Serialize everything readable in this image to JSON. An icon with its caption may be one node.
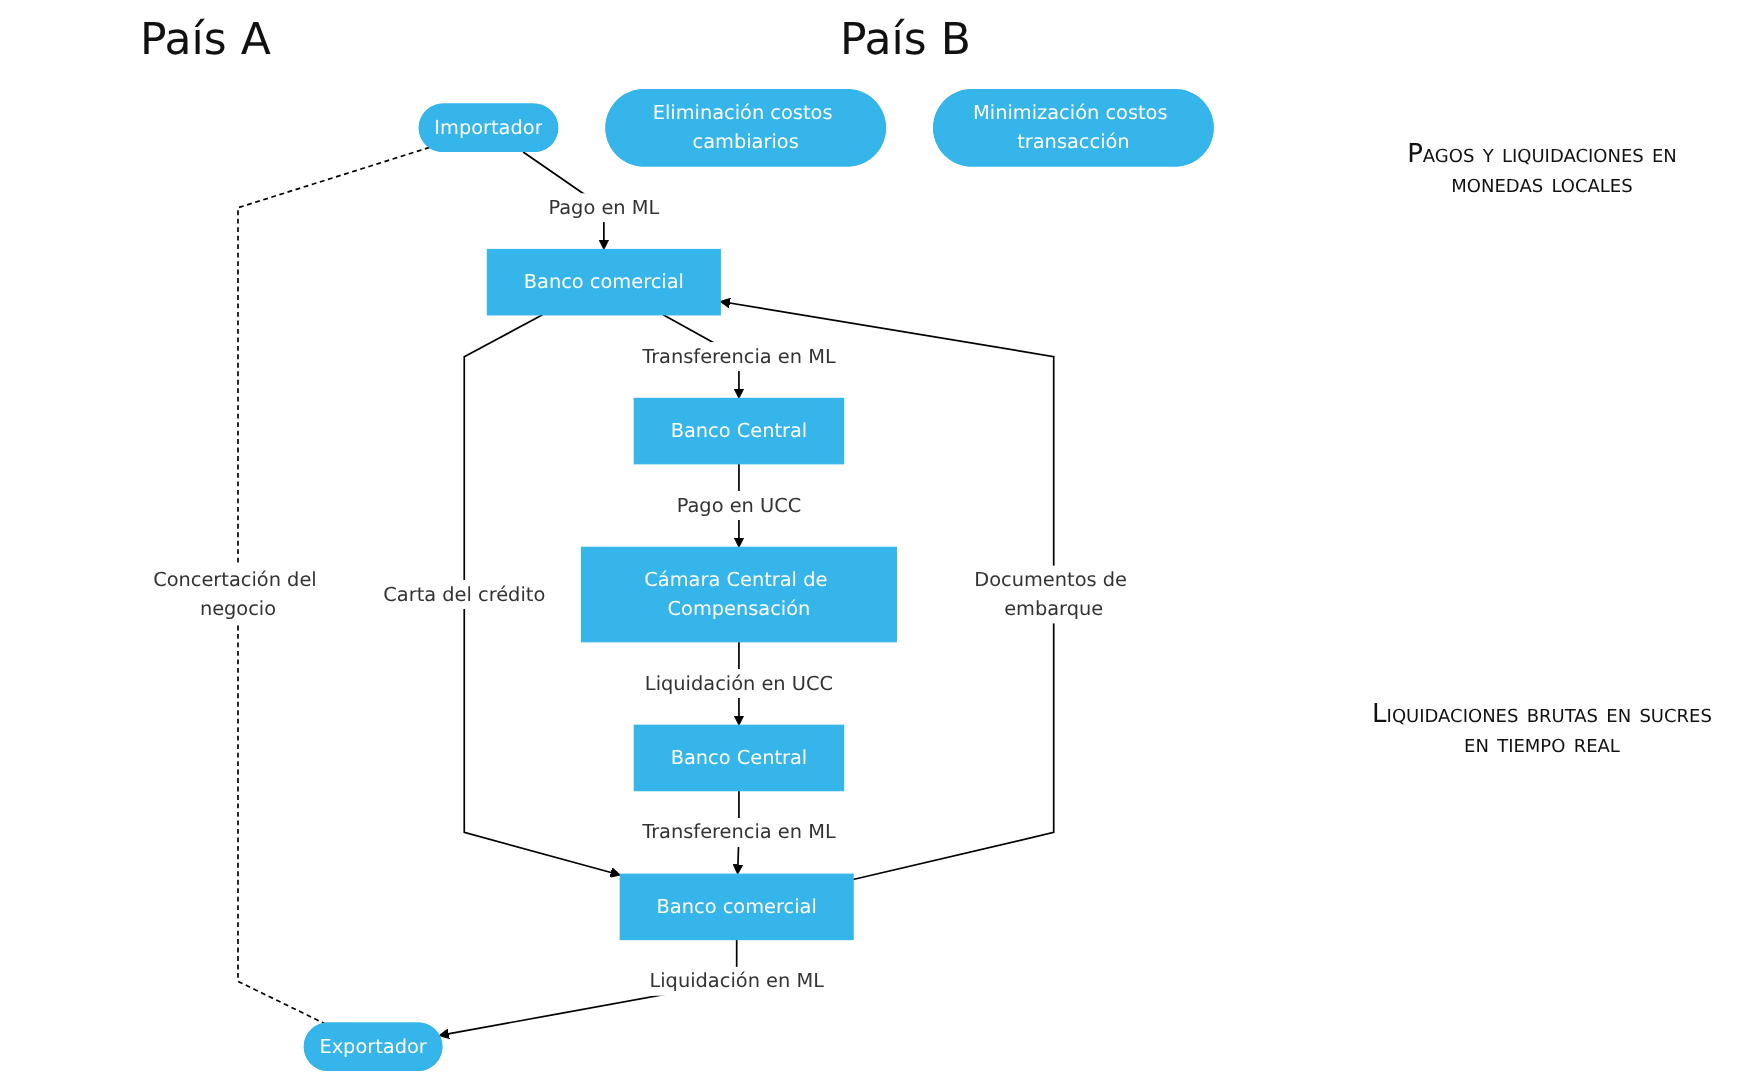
{
  "diagram": {
    "nodes": [
      {
        "text": [
          "Importador"
        ]
      },
      {
        "text": [
          "Exportador"
        ]
      },
      {
        "text": [
          "Banco comercial"
        ]
      },
      {
        "text": [
          "Banco comercial"
        ]
      },
      {
        "text": [
          "Banco Central"
        ]
      },
      {
        "text": [
          "Banco Central"
        ]
      },
      {
        "text": [
          "Cámara Central de Compensación"
        ]
      },
      {
        "text": [
          "Eliminación costos cambiarios"
        ]
      },
      {
        "text": [
          "Minimización costos transacción"
        ]
      }
    ],
    "edges": [
      {
        "from": 0,
        "to": 1,
        "arrow": "none",
        "style": "dashed",
        "label": "Concertación del negocio"
      },
      {
        "from": 0,
        "to": 2,
        "arrow": "to",
        "label": "Pago en ML"
      },
      {
        "from": 2,
        "to": 3,
        "arrow": "to",
        "label": "Carta del crédito"
      },
      {
        "from": 3,
        "to": 2,
        "arrow": "to",
        "label": "Documentos de embarque"
      },
      {
        "from": 2,
        "to": 4,
        "arrow": "to",
        "label": "Transferencia en ML"
      },
      {
        "from": 4,
        "to": 6,
        "arrow": "to",
        "label": "Pago en UCC"
      },
      {
        "from": 6,
        "to": 5,
        "arrow": "to",
        "label": "Liquidación en UCC"
      },
      {
        "from": 5,
        "to": 3,
        "arrow": "to",
        "label": "Transferencia en ML"
      },
      {
        "from": 3,
        "to": 1,
        "arrow": "to",
        "label": "Liquidación en ML"
      }
    ],
    "labels": [
      "País A",
      "País B",
      "Pagos y liquidaciones en monedas locales",
      "Liquidaciones brutas en sucres en tiempo real"
    ]
  }
}
